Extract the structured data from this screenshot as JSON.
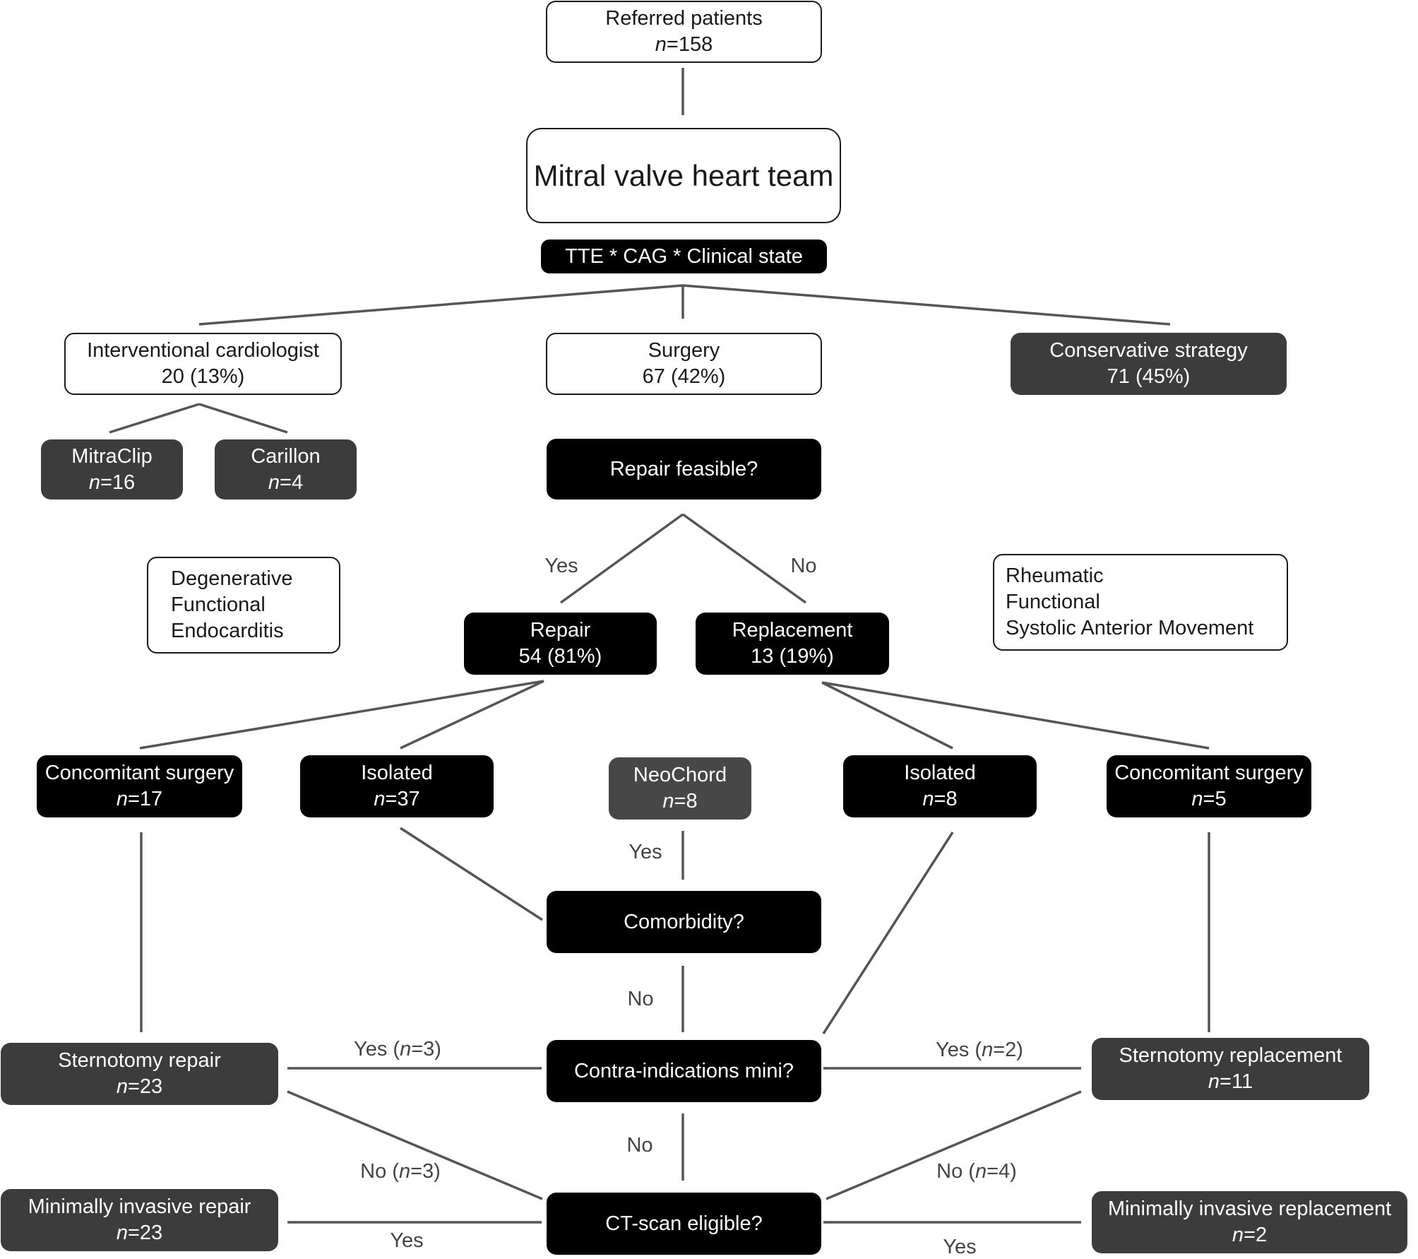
{
  "nodes": {
    "referred": {
      "lines": [
        "Referred patients"
      ],
      "n_prefix": "n",
      "n_value": "=158"
    },
    "heart_team": {
      "text": "Mitral valve heart team"
    },
    "assessment": {
      "text": "TTE * CAG * Clinical state"
    },
    "interventional": {
      "lines": [
        "Interventional cardiologist",
        "20 (13%)"
      ]
    },
    "surgery": {
      "lines": [
        "Surgery",
        "67 (42%)"
      ]
    },
    "conservative": {
      "lines": [
        "Conservative strategy",
        "71 (45%)"
      ]
    },
    "mitraclip": {
      "title": "MitraClip",
      "n_prefix": "n",
      "n_value": "=16"
    },
    "carillon": {
      "title": "Carillon",
      "n_prefix": "n",
      "n_value": "=4"
    },
    "repair_feasible": {
      "text": "Repair feasible?"
    },
    "repair_etiologies": {
      "lines": [
        "Degenerative",
        "Functional",
        "Endocarditis"
      ]
    },
    "replacement_etiologies": {
      "lines": [
        "Rheumatic",
        "Functional",
        "Systolic Anterior Movement"
      ]
    },
    "repair": {
      "lines": [
        "Repair",
        "54 (81%)"
      ]
    },
    "replacement": {
      "lines": [
        "Replacement",
        "13 (19%)"
      ]
    },
    "repair_concomitant": {
      "title": "Concomitant surgery",
      "n_prefix": "n",
      "n_value": "=17"
    },
    "repair_isolated": {
      "title": "Isolated",
      "n_prefix": "n",
      "n_value": "=37"
    },
    "neochord": {
      "title": "NeoChord",
      "n_prefix": "n",
      "n_value": "=8"
    },
    "replacement_isolated": {
      "title": "Isolated",
      "n_prefix": "n",
      "n_value": "=8"
    },
    "replacement_concomitant": {
      "title": "Concomitant surgery",
      "n_prefix": "n",
      "n_value": "=5"
    },
    "comorbidity": {
      "text": "Comorbidity?"
    },
    "contra_mini": {
      "text": "Contra-indications mini?"
    },
    "ct_scan": {
      "text": "CT-scan eligible?"
    },
    "sternotomy_repair": {
      "title": "Sternotomy repair",
      "n_prefix": "n",
      "n_value": "=23"
    },
    "sternotomy_replacement": {
      "title": "Sternotomy replacement",
      "n_prefix": "n",
      "n_value": "=11"
    },
    "mini_repair": {
      "title": "Minimally invasive repair",
      "n_prefix": "n",
      "n_value": "=23"
    },
    "mini_replacement": {
      "title": "Minimally invasive replacement",
      "n_prefix": "n",
      "n_value": "=2"
    }
  },
  "edge_labels": {
    "repair_yes": "Yes",
    "repair_no": "No",
    "neochord_yes": "Yes",
    "comorbidity_no": "No",
    "contra_yes_left": {
      "pre": "Yes (",
      "n": "n",
      "post": "=3)"
    },
    "contra_yes_right": {
      "pre": "Yes (",
      "n": "n",
      "post": "=2)"
    },
    "contra_no": "No",
    "ct_no_left": {
      "pre": "No (",
      "n": "n",
      "post": "=3)"
    },
    "ct_no_right": {
      "pre": "No (",
      "n": "n",
      "post": "=4)"
    },
    "ct_yes_left": "Yes",
    "ct_yes_right": "Yes"
  },
  "colors": {
    "white_box": "#ffffff",
    "black_box": "#000000",
    "dark_box": "#3c3c3c",
    "mid_box": "#474747",
    "connector": "#555555"
  }
}
